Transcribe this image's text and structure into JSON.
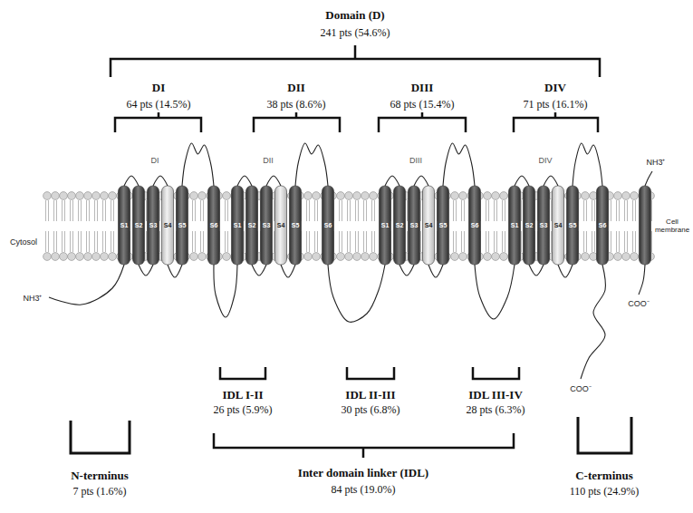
{
  "diagram": {
    "labels": [
      "Domain (D)",
      "241 pts (54.6%)",
      "DI",
      "64 pts (14.5%)",
      "DII",
      "38 pts (8.6%)",
      "DIII",
      "68 pts (15.4%)",
      "DIV",
      "71 pts (16.1%)",
      "DI",
      "DII",
      "DIII",
      "DIV",
      "S1",
      "S2",
      "S3",
      "S4",
      "S5",
      "S6",
      "S1",
      "S2",
      "S3",
      "S4",
      "S5",
      "S6",
      "S1",
      "S2",
      "S3",
      "S4",
      "S5",
      "S6",
      "S1",
      "S2",
      "S3",
      "S4",
      "S5",
      "S6",
      "Cytosol",
      "NH3⁺",
      "NH3⁺",
      "Cell membrane",
      "COO⁻",
      "COO⁻",
      "IDL I-II",
      "26 pts (5.9%)",
      "IDL II-III",
      "30 pts (6.8%)",
      "IDL III-IV",
      "28 pts (6.3%)",
      "N-terminus",
      "7 pts (1.6%)",
      "Inter domain linker (IDL)",
      "84 pts (19.0%)",
      "C-terminus",
      "110 pts (24.9%)"
    ]
  }
}
